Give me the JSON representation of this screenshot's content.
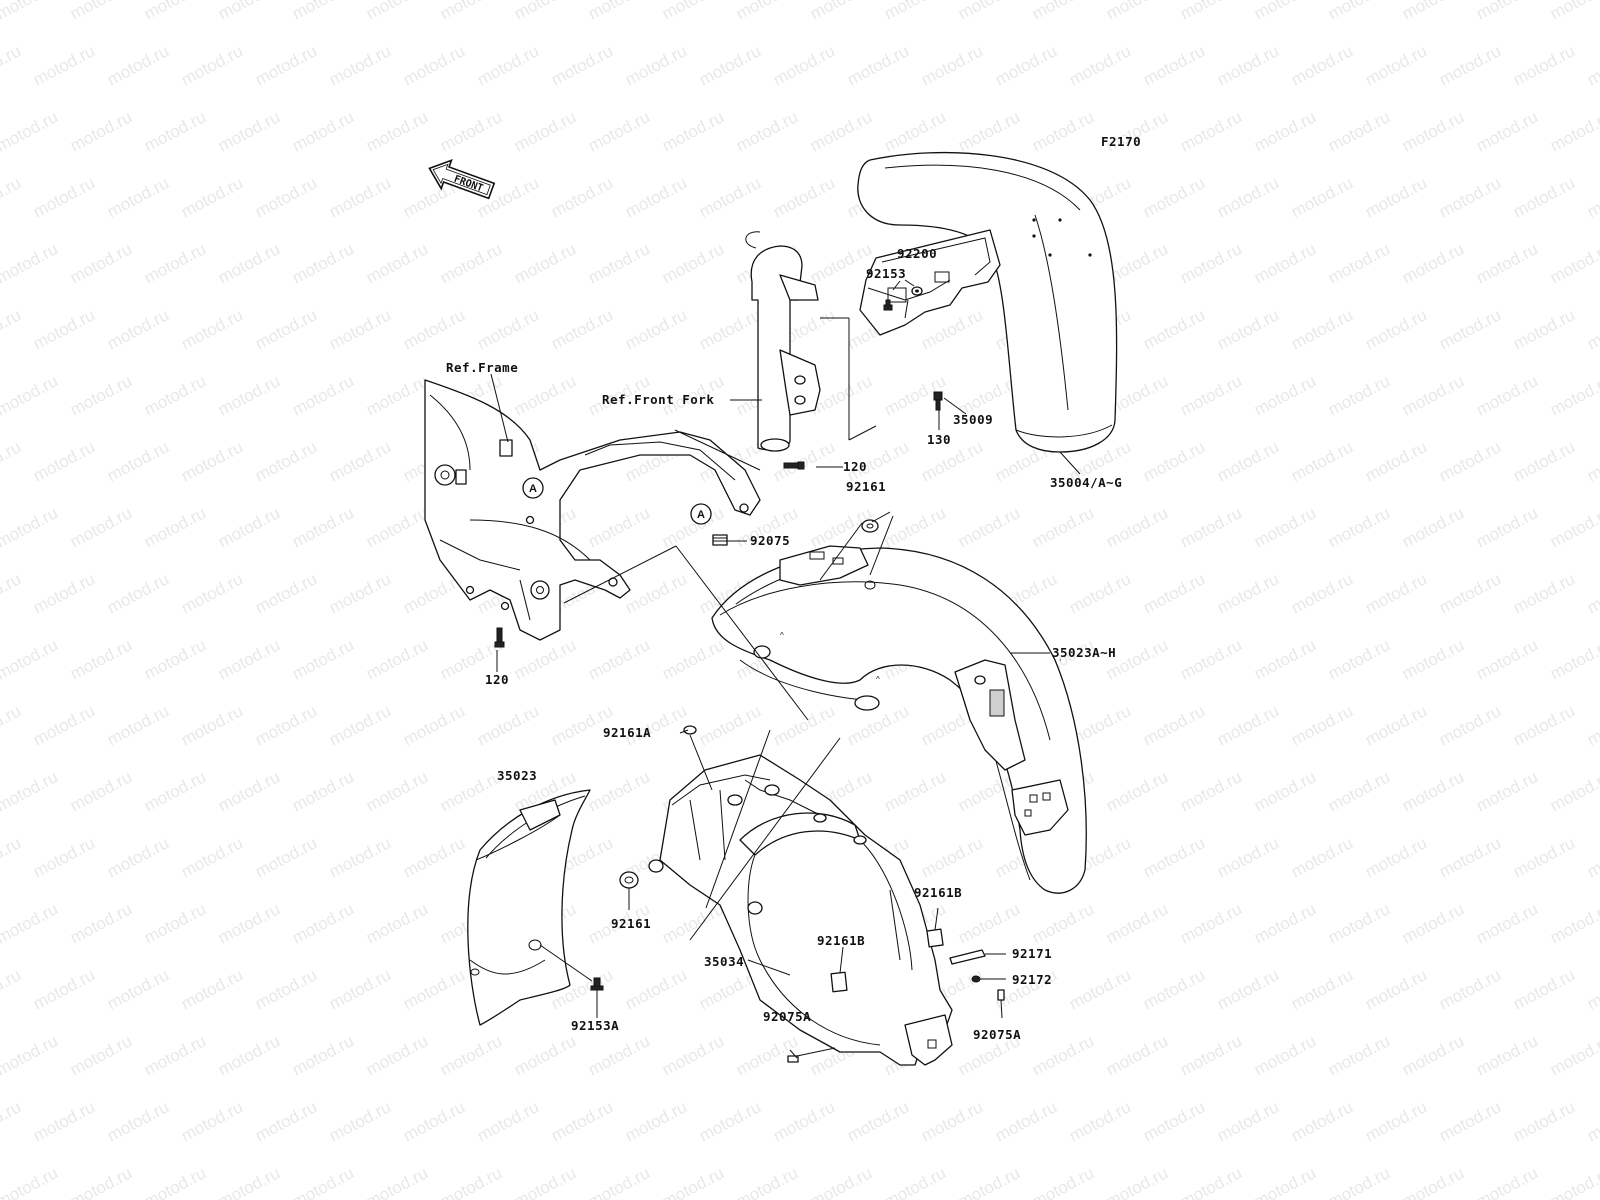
{
  "diagram": {
    "figure_code": "F2170",
    "front_arrow_label": "FRONT",
    "watermark_text": "motod.ru",
    "reference_labels": {
      "frame": "Ref.Frame",
      "front_fork": "Ref.Front Fork"
    },
    "callout_marker": "A",
    "part_labels": {
      "p92200": "92200",
      "p92153": "92153",
      "p35009": "35009",
      "p130": "130",
      "p35004": "35004/A~G",
      "p120_top": "120",
      "p92161_top": "92161",
      "p92075": "92075",
      "p120_bottom": "120",
      "p35023AH": "35023A~H",
      "p92161A": "92161A",
      "p35023": "35023",
      "p92161_bottom": "92161",
      "p92161B_right": "92161B",
      "p92161B_left": "92161B",
      "p35034": "35034",
      "p92171": "92171",
      "p92172": "92172",
      "p92153A": "92153A",
      "p92075A_left": "92075A",
      "p92075A_right": "92075A"
    }
  }
}
